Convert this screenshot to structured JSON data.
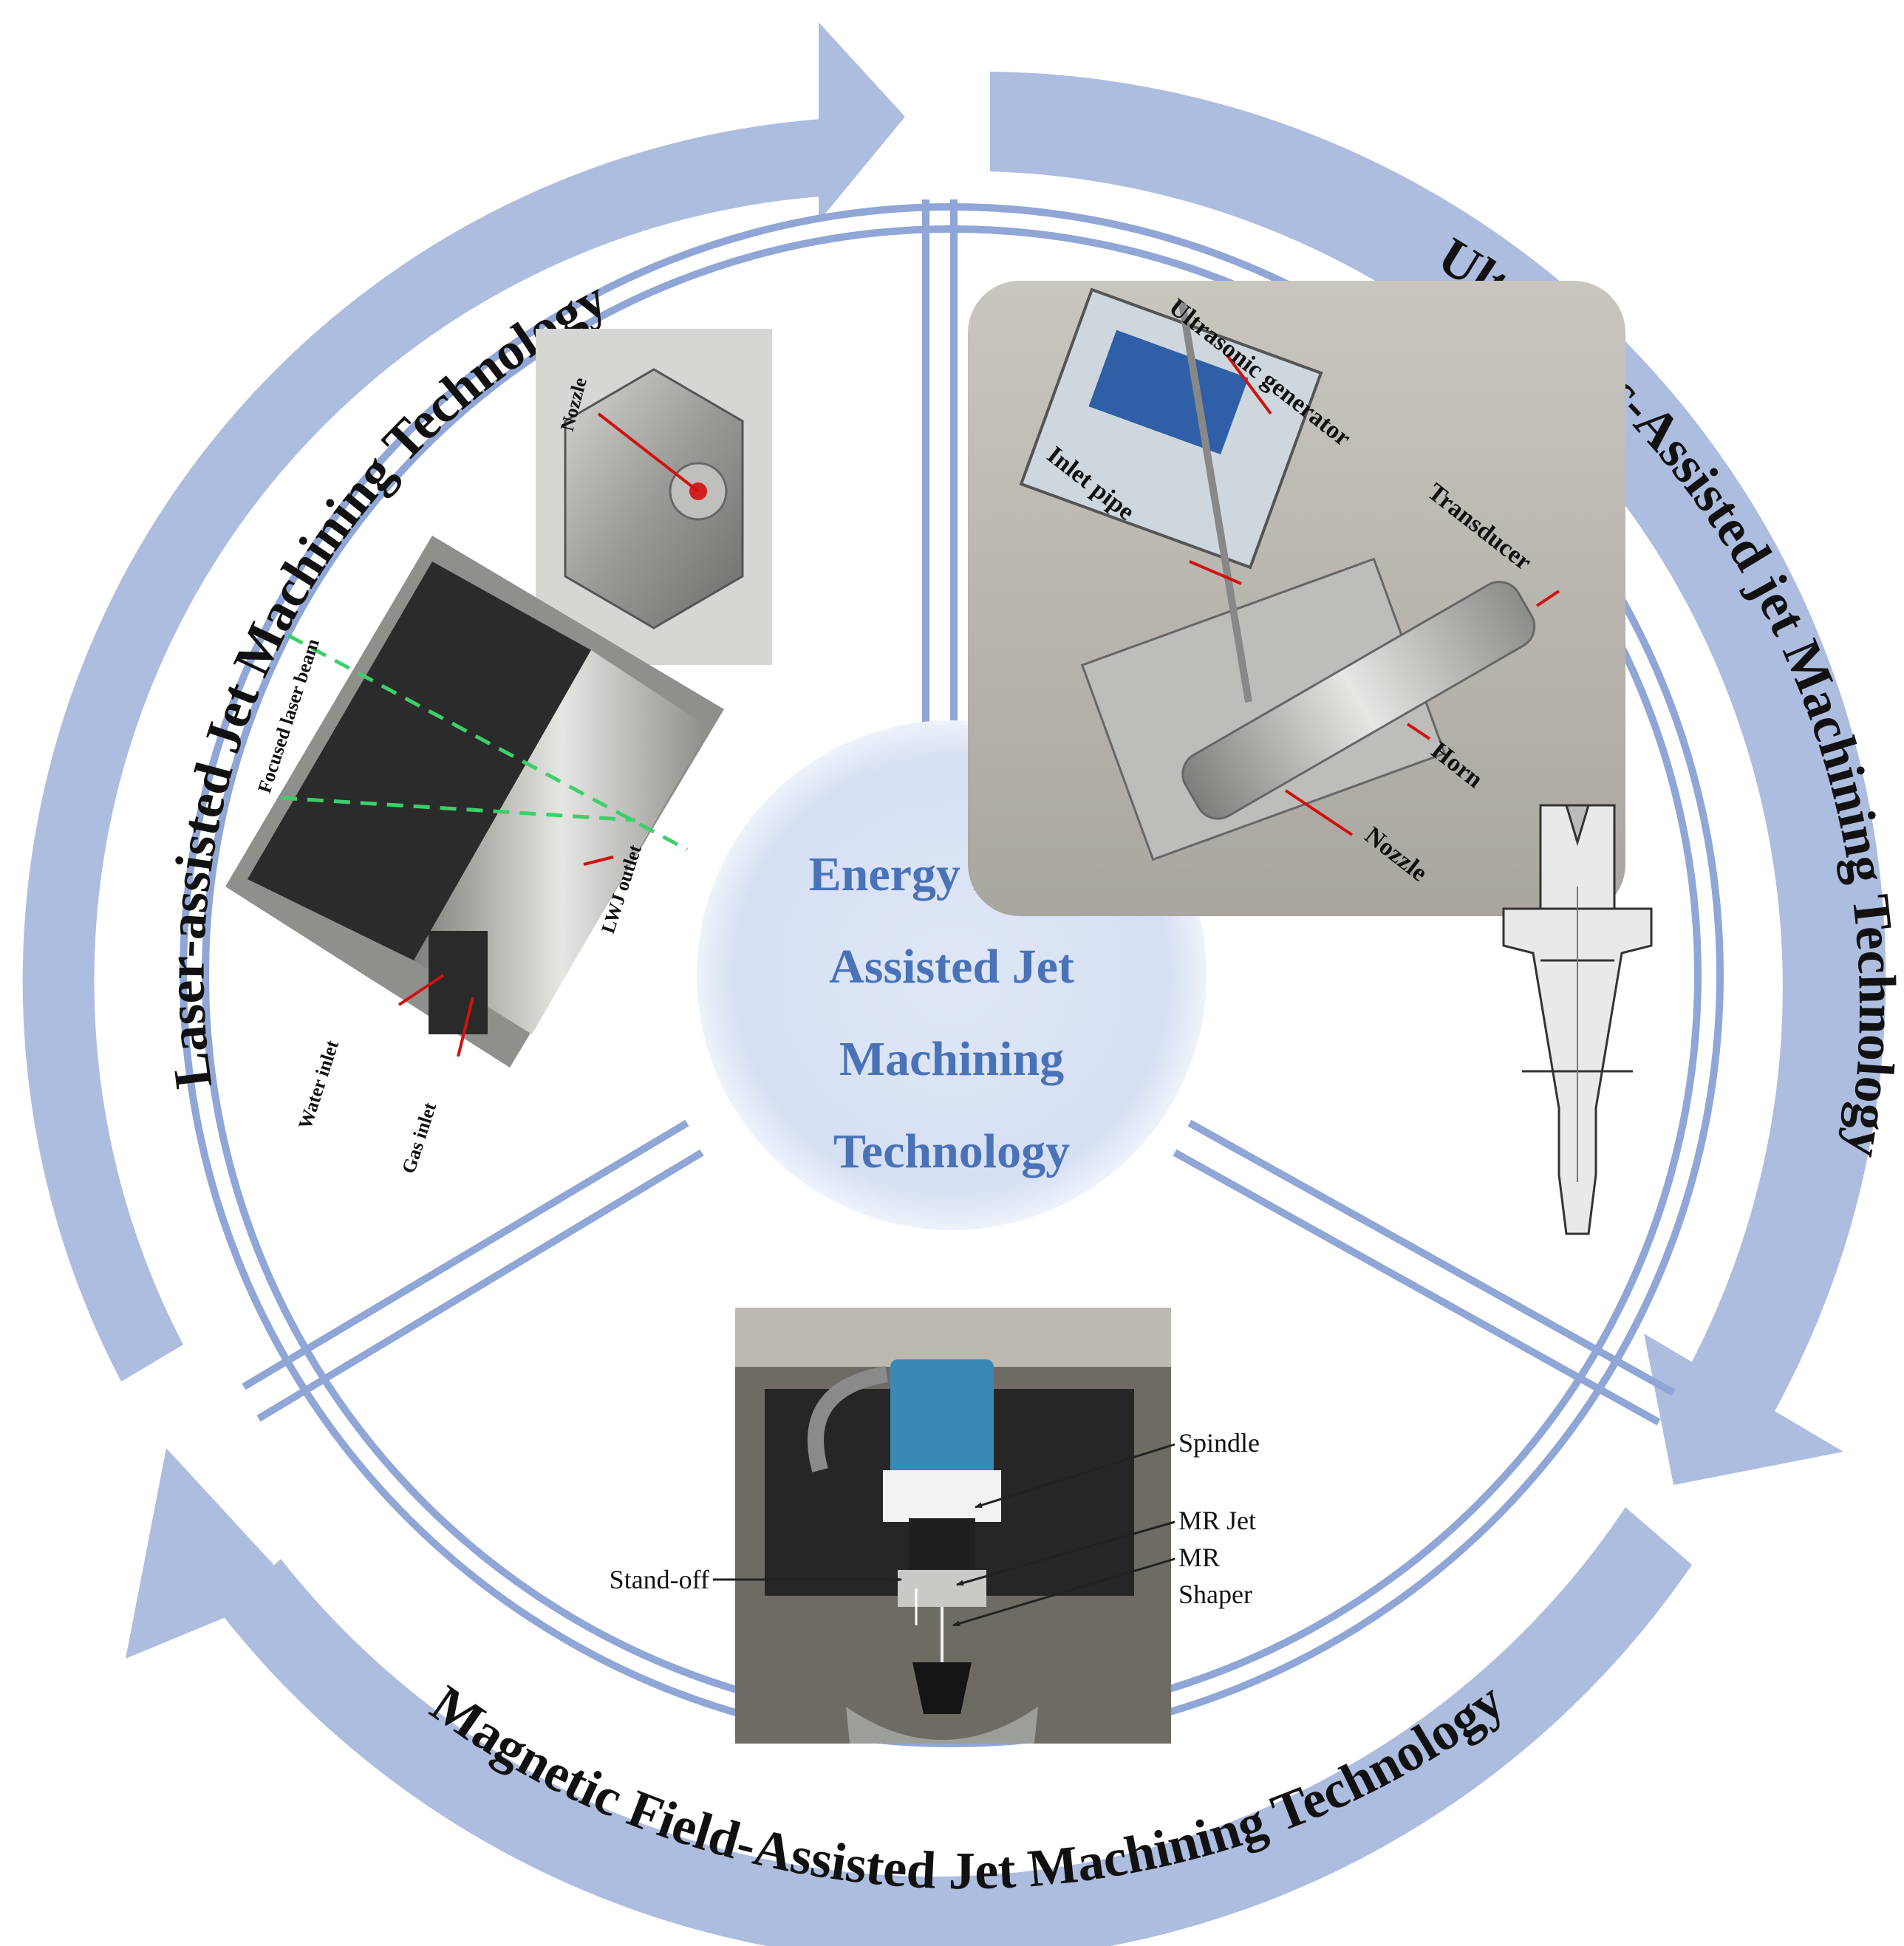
{
  "center": {
    "line1": "Energy Field-",
    "line2": "Assisted Jet",
    "line3": "Machining",
    "line4": "Technology"
  },
  "arcs": {
    "laser": "Laser-assisted Jet Machining Technology",
    "ultrasonic": "Ultrasonic-Assisted jet Machining Technology",
    "magnetic": "Magnetic Field-Assisted Jet Machining Technology"
  },
  "laser_panel": {
    "nozzle": "Nozzle",
    "focused_beam": "Focused laser beam",
    "lwj_outlet": "LWJ outlet",
    "water_inlet": "Water inlet",
    "gas_inlet": "Gas inlet"
  },
  "ultrasonic_panel": {
    "generator": "Ultrasonic generator",
    "inlet_pipe": "Inlet pipe",
    "transducer": "Transducer",
    "horn": "Horn",
    "nozzle": "Nozzle"
  },
  "magnetic_panel": {
    "spindle": "Spindle",
    "mr_jet": "MR Jet",
    "mr_shaper_1": "MR",
    "mr_shaper_2": "Shaper",
    "stand_off": "Stand-off"
  },
  "colors": {
    "ring": "#adbde0",
    "ring_line": "#8fa6d6",
    "center_fill": "#dce5f5",
    "center_text": "#4a72b8",
    "label_line": "#d11111"
  }
}
